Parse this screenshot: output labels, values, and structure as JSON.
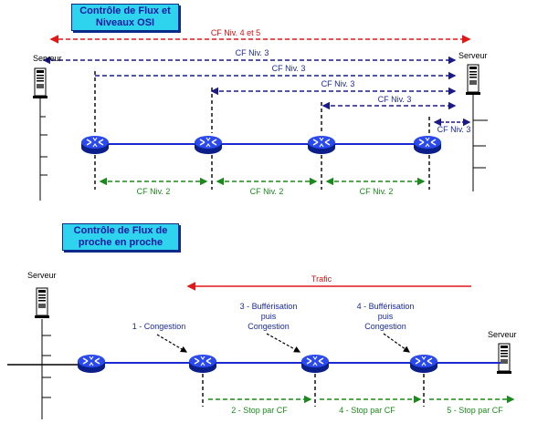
{
  "top_section": {
    "title_line1": "Contrôle de Flux et",
    "title_line2": "Niveaux OSI",
    "server_left": "Serveur",
    "server_right": "Serveur",
    "cf_levels_4_5": "CF Niv. 4 et 5",
    "cf_niv3_labels": [
      "CF Niv. 3",
      "CF Niv. 3",
      "CF Niv. 3",
      "CF Niv. 3",
      "CF Niv. 3"
    ],
    "cf_niv2_labels": [
      "CF Niv. 2",
      "CF Niv. 2",
      "CF Niv. 2"
    ]
  },
  "bottom_section": {
    "title_line1": "Contrôle de Flux de",
    "title_line2": "proche en proche",
    "server_left": "Serveur",
    "server_right": "Serveur",
    "traffic": "Trafic",
    "event1": "1 - Congestion",
    "event3_line1": "3 - Bufférisation",
    "event3_line2": "puis",
    "event3_line3": "Congestion",
    "event4_line1": "4 - Bufférisation",
    "event4_line2": "puis",
    "event4_line3": "Congestion",
    "stop2": "2 - Stop par CF",
    "stop4": "4 - Stop par CF",
    "stop5": "5 - Stop par CF"
  },
  "colors": {
    "red": "#e01818",
    "navy": "#1a1a8a",
    "green": "#1a8a1a",
    "link": "#1a2ad0",
    "router": "#1a3ae0",
    "title_bg": "#2ed3ee"
  }
}
